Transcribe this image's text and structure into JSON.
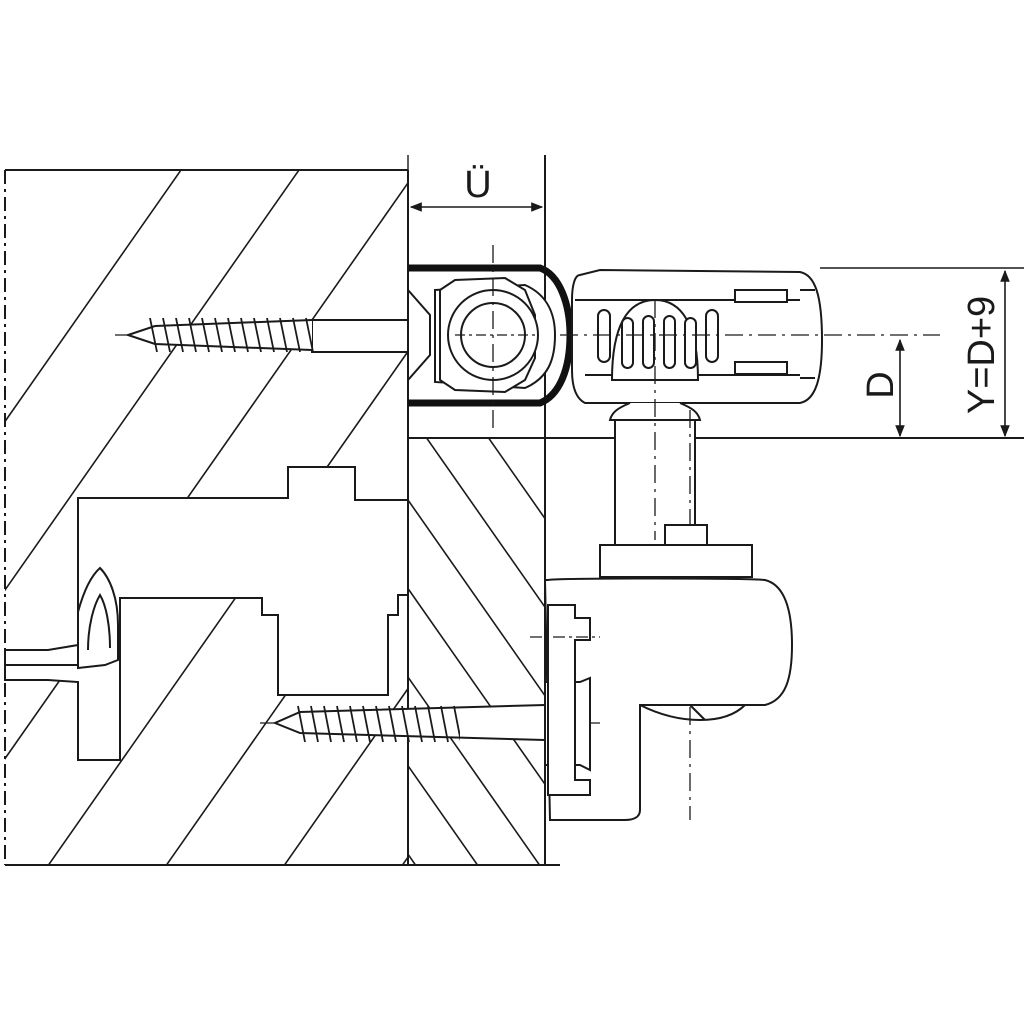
{
  "dimensions": {
    "overhang_label": "Ü",
    "d_label": "D",
    "y_label": "Y=D+9"
  },
  "colors": {
    "line": "#1a1a1a",
    "background": "#ffffff"
  }
}
